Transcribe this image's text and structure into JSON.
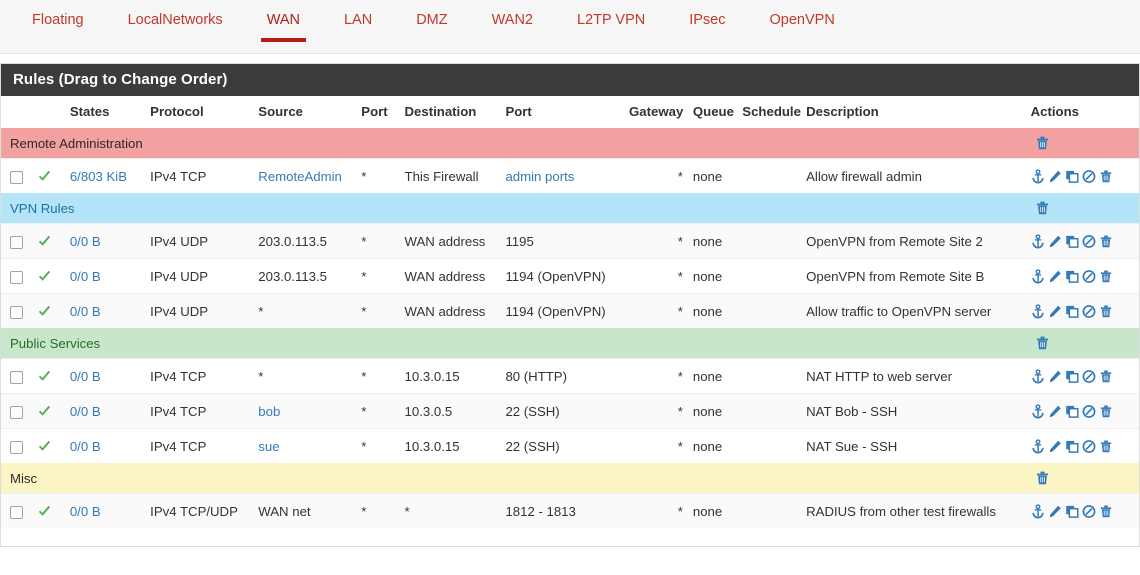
{
  "tabs": [
    {
      "label": "Floating",
      "active": false
    },
    {
      "label": "LocalNetworks",
      "active": false
    },
    {
      "label": "WAN",
      "active": true
    },
    {
      "label": "LAN",
      "active": false
    },
    {
      "label": "DMZ",
      "active": false
    },
    {
      "label": "WAN2",
      "active": false
    },
    {
      "label": "L2TP VPN",
      "active": false
    },
    {
      "label": "IPsec",
      "active": false
    },
    {
      "label": "OpenVPN",
      "active": false
    }
  ],
  "panel": {
    "heading": "Rules (Drag to Change Order)"
  },
  "columns": {
    "states": "States",
    "protocol": "Protocol",
    "source": "Source",
    "source_port": "Port",
    "destination": "Destination",
    "dest_port": "Port",
    "gateway": "Gateway",
    "queue": "Queue",
    "schedule": "Schedule",
    "description": "Description",
    "actions": "Actions"
  },
  "icons": {
    "checkbox": "checkbox-icon",
    "pass": "green-check-icon",
    "anchor": "anchor-icon",
    "edit": "pencil-icon",
    "copy": "copy-icon",
    "disable": "block-icon",
    "delete": "trash-icon"
  },
  "colors": {
    "tab_accent": "#b21f19",
    "heading_bg": "#3c3c3c",
    "link": "#337ab7",
    "pass_check": "#4caf50",
    "sep_red": "#f2a0a0",
    "sep_blue": "#b3e4f7",
    "sep_green": "#c8e6c9",
    "sep_yellow": "#fbf4c4"
  },
  "rows": [
    {
      "kind": "separator",
      "label": "Remote Administration",
      "style": "sep-red"
    },
    {
      "kind": "rule",
      "states": "6/803 KiB",
      "states_link": true,
      "protocol": "IPv4 TCP",
      "source": "RemoteAdmin",
      "source_link": true,
      "source_port": "*",
      "destination": "This Firewall",
      "destination_link": false,
      "dest_port": "admin ports",
      "dest_port_link": true,
      "gateway": "*",
      "queue": "none",
      "schedule": "",
      "description": "Allow firewall admin"
    },
    {
      "kind": "separator",
      "label": "VPN Rules",
      "style": "sep-blue"
    },
    {
      "kind": "rule",
      "states": "0/0 B",
      "states_link": true,
      "protocol": "IPv4 UDP",
      "source": "203.0.113.5",
      "source_link": false,
      "source_port": "*",
      "destination": "WAN address",
      "destination_link": false,
      "dest_port": "1195",
      "dest_port_link": false,
      "gateway": "*",
      "queue": "none",
      "schedule": "",
      "description": "OpenVPN from Remote Site 2"
    },
    {
      "kind": "rule",
      "states": "0/0 B",
      "states_link": true,
      "protocol": "IPv4 UDP",
      "source": "203.0.113.5",
      "source_link": false,
      "source_port": "*",
      "destination": "WAN address",
      "destination_link": false,
      "dest_port": "1194 (OpenVPN)",
      "dest_port_link": false,
      "gateway": "*",
      "queue": "none",
      "schedule": "",
      "description": "OpenVPN from Remote Site B"
    },
    {
      "kind": "rule",
      "states": "0/0 B",
      "states_link": true,
      "protocol": "IPv4 UDP",
      "source": "*",
      "source_link": false,
      "source_port": "*",
      "destination": "WAN address",
      "destination_link": false,
      "dest_port": "1194 (OpenVPN)",
      "dest_port_link": false,
      "gateway": "*",
      "queue": "none",
      "schedule": "",
      "description": "Allow traffic to OpenVPN server"
    },
    {
      "kind": "separator",
      "label": "Public Services",
      "style": "sep-green"
    },
    {
      "kind": "rule",
      "states": "0/0 B",
      "states_link": true,
      "protocol": "IPv4 TCP",
      "source": "*",
      "source_link": false,
      "source_port": "*",
      "destination": "10.3.0.15",
      "destination_link": false,
      "dest_port": "80 (HTTP)",
      "dest_port_link": false,
      "gateway": "*",
      "queue": "none",
      "schedule": "",
      "description": "NAT HTTP to web server"
    },
    {
      "kind": "rule",
      "states": "0/0 B",
      "states_link": true,
      "protocol": "IPv4 TCP",
      "source": "bob",
      "source_link": true,
      "source_port": "*",
      "destination": "10.3.0.5",
      "destination_link": false,
      "dest_port": "22 (SSH)",
      "dest_port_link": false,
      "gateway": "*",
      "queue": "none",
      "schedule": "",
      "description": "NAT Bob - SSH"
    },
    {
      "kind": "rule",
      "states": "0/0 B",
      "states_link": true,
      "protocol": "IPv4 TCP",
      "source": "sue",
      "source_link": true,
      "source_port": "*",
      "destination": "10.3.0.15",
      "destination_link": false,
      "dest_port": "22 (SSH)",
      "dest_port_link": false,
      "gateway": "*",
      "queue": "none",
      "schedule": "",
      "description": "NAT Sue - SSH"
    },
    {
      "kind": "separator",
      "label": "Misc",
      "style": "sep-yellow"
    },
    {
      "kind": "rule",
      "states": "0/0 B",
      "states_link": true,
      "protocol": "IPv4 TCP/UDP",
      "source": "WAN net",
      "source_link": false,
      "source_port": "*",
      "destination": "*",
      "destination_link": false,
      "dest_port": "1812 - 1813",
      "dest_port_link": false,
      "gateway": "*",
      "queue": "none",
      "schedule": "",
      "description": "RADIUS from other test firewalls"
    }
  ]
}
